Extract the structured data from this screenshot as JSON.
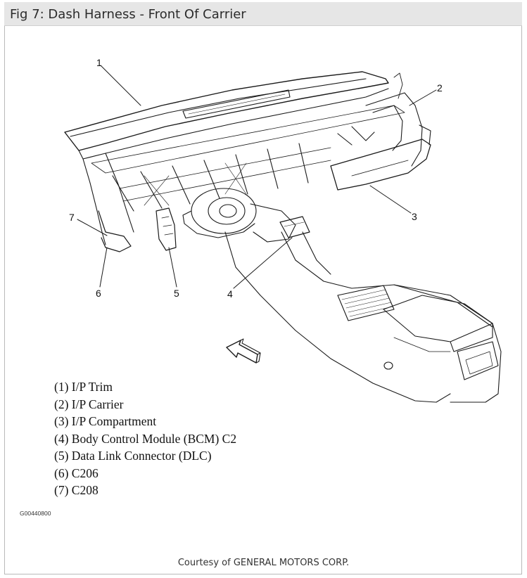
{
  "header": {
    "title": "Fig 7: Dash Harness - Front Of Carrier"
  },
  "callouts": [
    "1",
    "2",
    "3",
    "4",
    "5",
    "6",
    "7"
  ],
  "legend": [
    "(1) I/P Trim",
    "(2) I/P Carrier",
    "(3) I/P Compartment",
    "(4) Body Control Module (BCM) C2",
    "(5) Data Link Connector (DLC)",
    "(6) C206",
    "(7) C208"
  ],
  "figure_code": "G00440800",
  "courtesy": "Courtesy of GENERAL MOTORS CORP."
}
